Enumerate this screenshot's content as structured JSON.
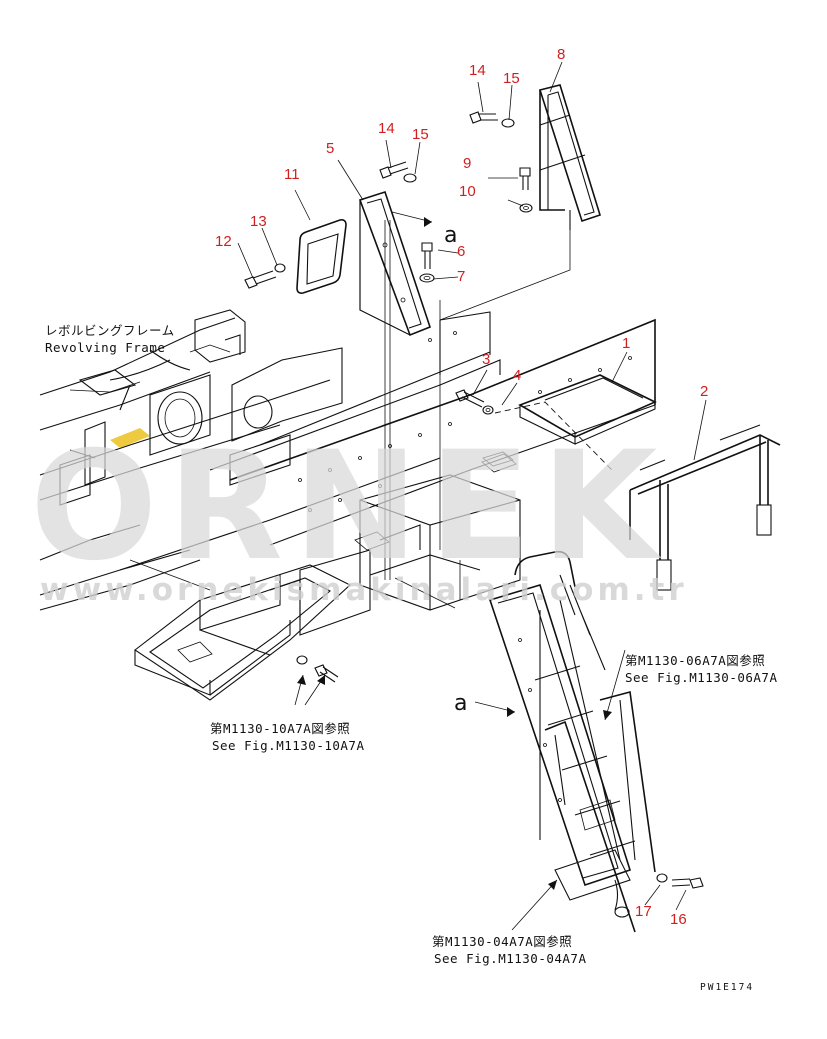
{
  "callouts": [
    "1",
    "2",
    "3",
    "4",
    "5",
    "6",
    "7",
    "8",
    "9",
    "10",
    "11",
    "12",
    "13",
    "14",
    "15",
    "14",
    "15",
    "16",
    "17"
  ],
  "labels": {
    "frame_jp": "レボルビングフレーム",
    "frame_en": "Revolving Frame",
    "ref_10_jp": "第M1130-10A7A図参照",
    "ref_10_en": "See Fig.M1130-10A7A",
    "ref_06_jp": "第M1130-06A7A図参照",
    "ref_06_en": "See Fig.M1130-06A7A",
    "ref_04_jp": "第M1130-04A7A図参照",
    "ref_04_en": "See Fig.M1130-04A7A",
    "view_a": "a",
    "view_a2": "a",
    "drawing_code": "PW1E174"
  },
  "watermark": {
    "brand": "ORNEK",
    "url": "www.ornekismakinalari.com.tr",
    "accent": "#e8b800"
  },
  "colors": {
    "callout": "#d11f1f",
    "line": "#111111",
    "watermark": "#d9d9d9"
  }
}
